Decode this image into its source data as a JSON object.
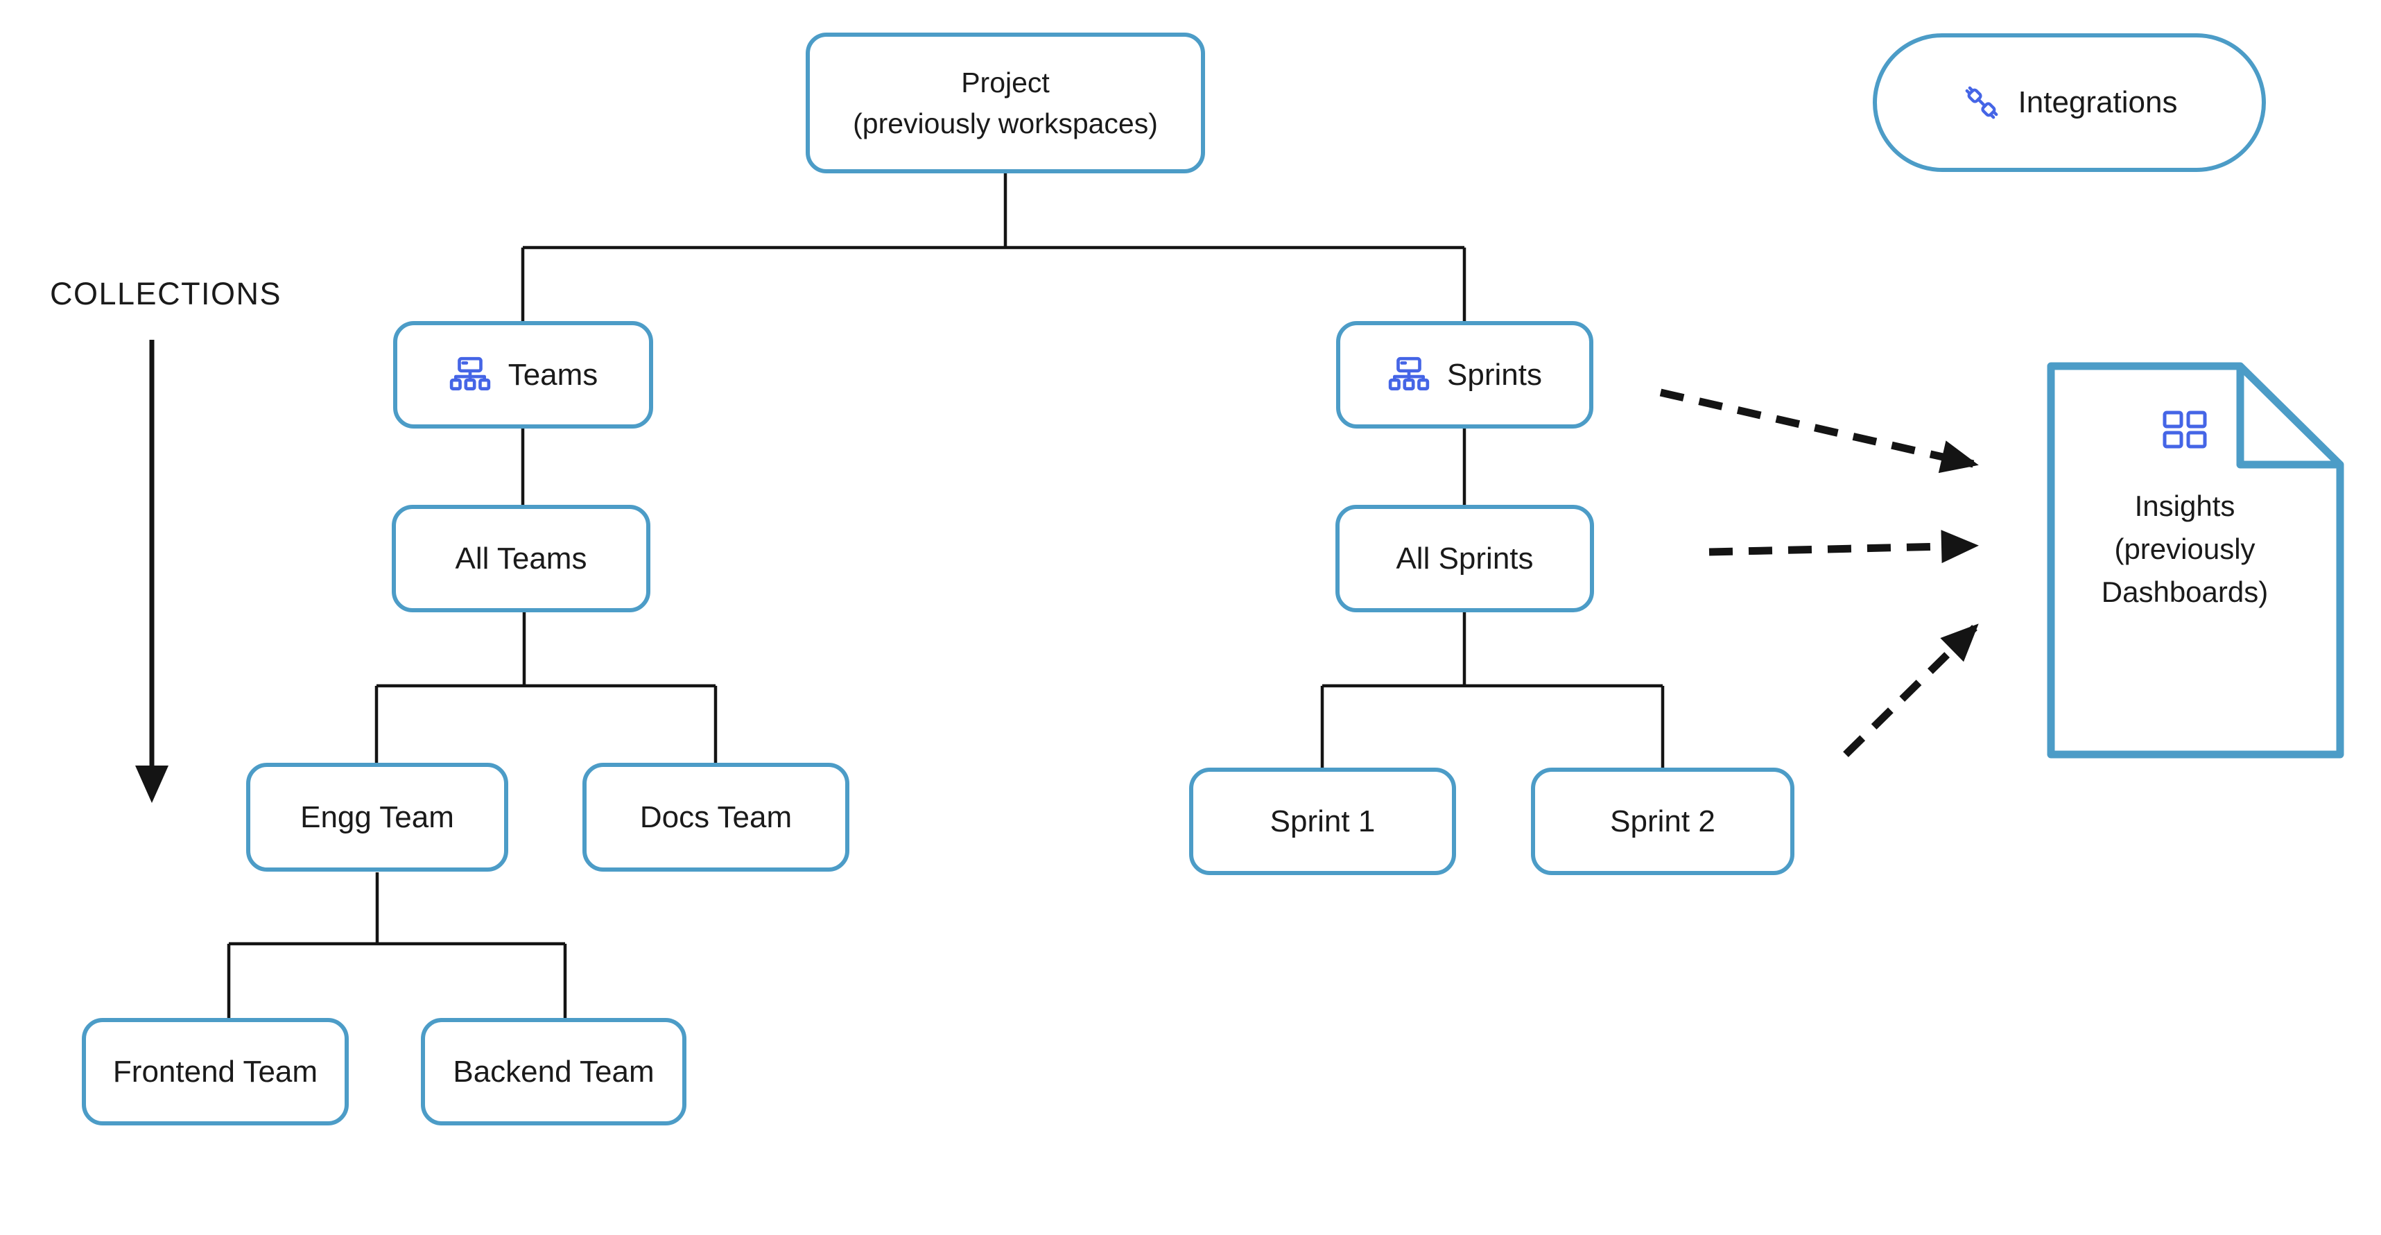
{
  "colors": {
    "node_border": "#4c9cc7",
    "icon_blue": "#4565e6",
    "line": "#141414",
    "text": "#1a1a1a",
    "background": "#ffffff"
  },
  "collections": {
    "label": "COLLECTIONS"
  },
  "integrations": {
    "label": "Integrations",
    "icon": "plug-icon"
  },
  "nodes": {
    "project": {
      "line1": "Project",
      "line2": "(previously workspaces)"
    },
    "teams": {
      "label": "Teams",
      "icon": "org-chart-icon"
    },
    "sprints": {
      "label": "Sprints",
      "icon": "org-chart-icon"
    },
    "all_teams": {
      "label": "All Teams"
    },
    "all_sprints": {
      "label": "All Sprints"
    },
    "engg_team": {
      "label": "Engg Team"
    },
    "docs_team": {
      "label": "Docs Team"
    },
    "sprint_1": {
      "label": "Sprint 1"
    },
    "sprint_2": {
      "label": "Sprint 2"
    },
    "frontend_team": {
      "label": "Frontend Team"
    },
    "backend_team": {
      "label": "Backend Team"
    }
  },
  "insights": {
    "line1": "Insights",
    "line2": "(previously",
    "line3": "Dashboards)",
    "icon": "dashboard-grid-icon"
  }
}
